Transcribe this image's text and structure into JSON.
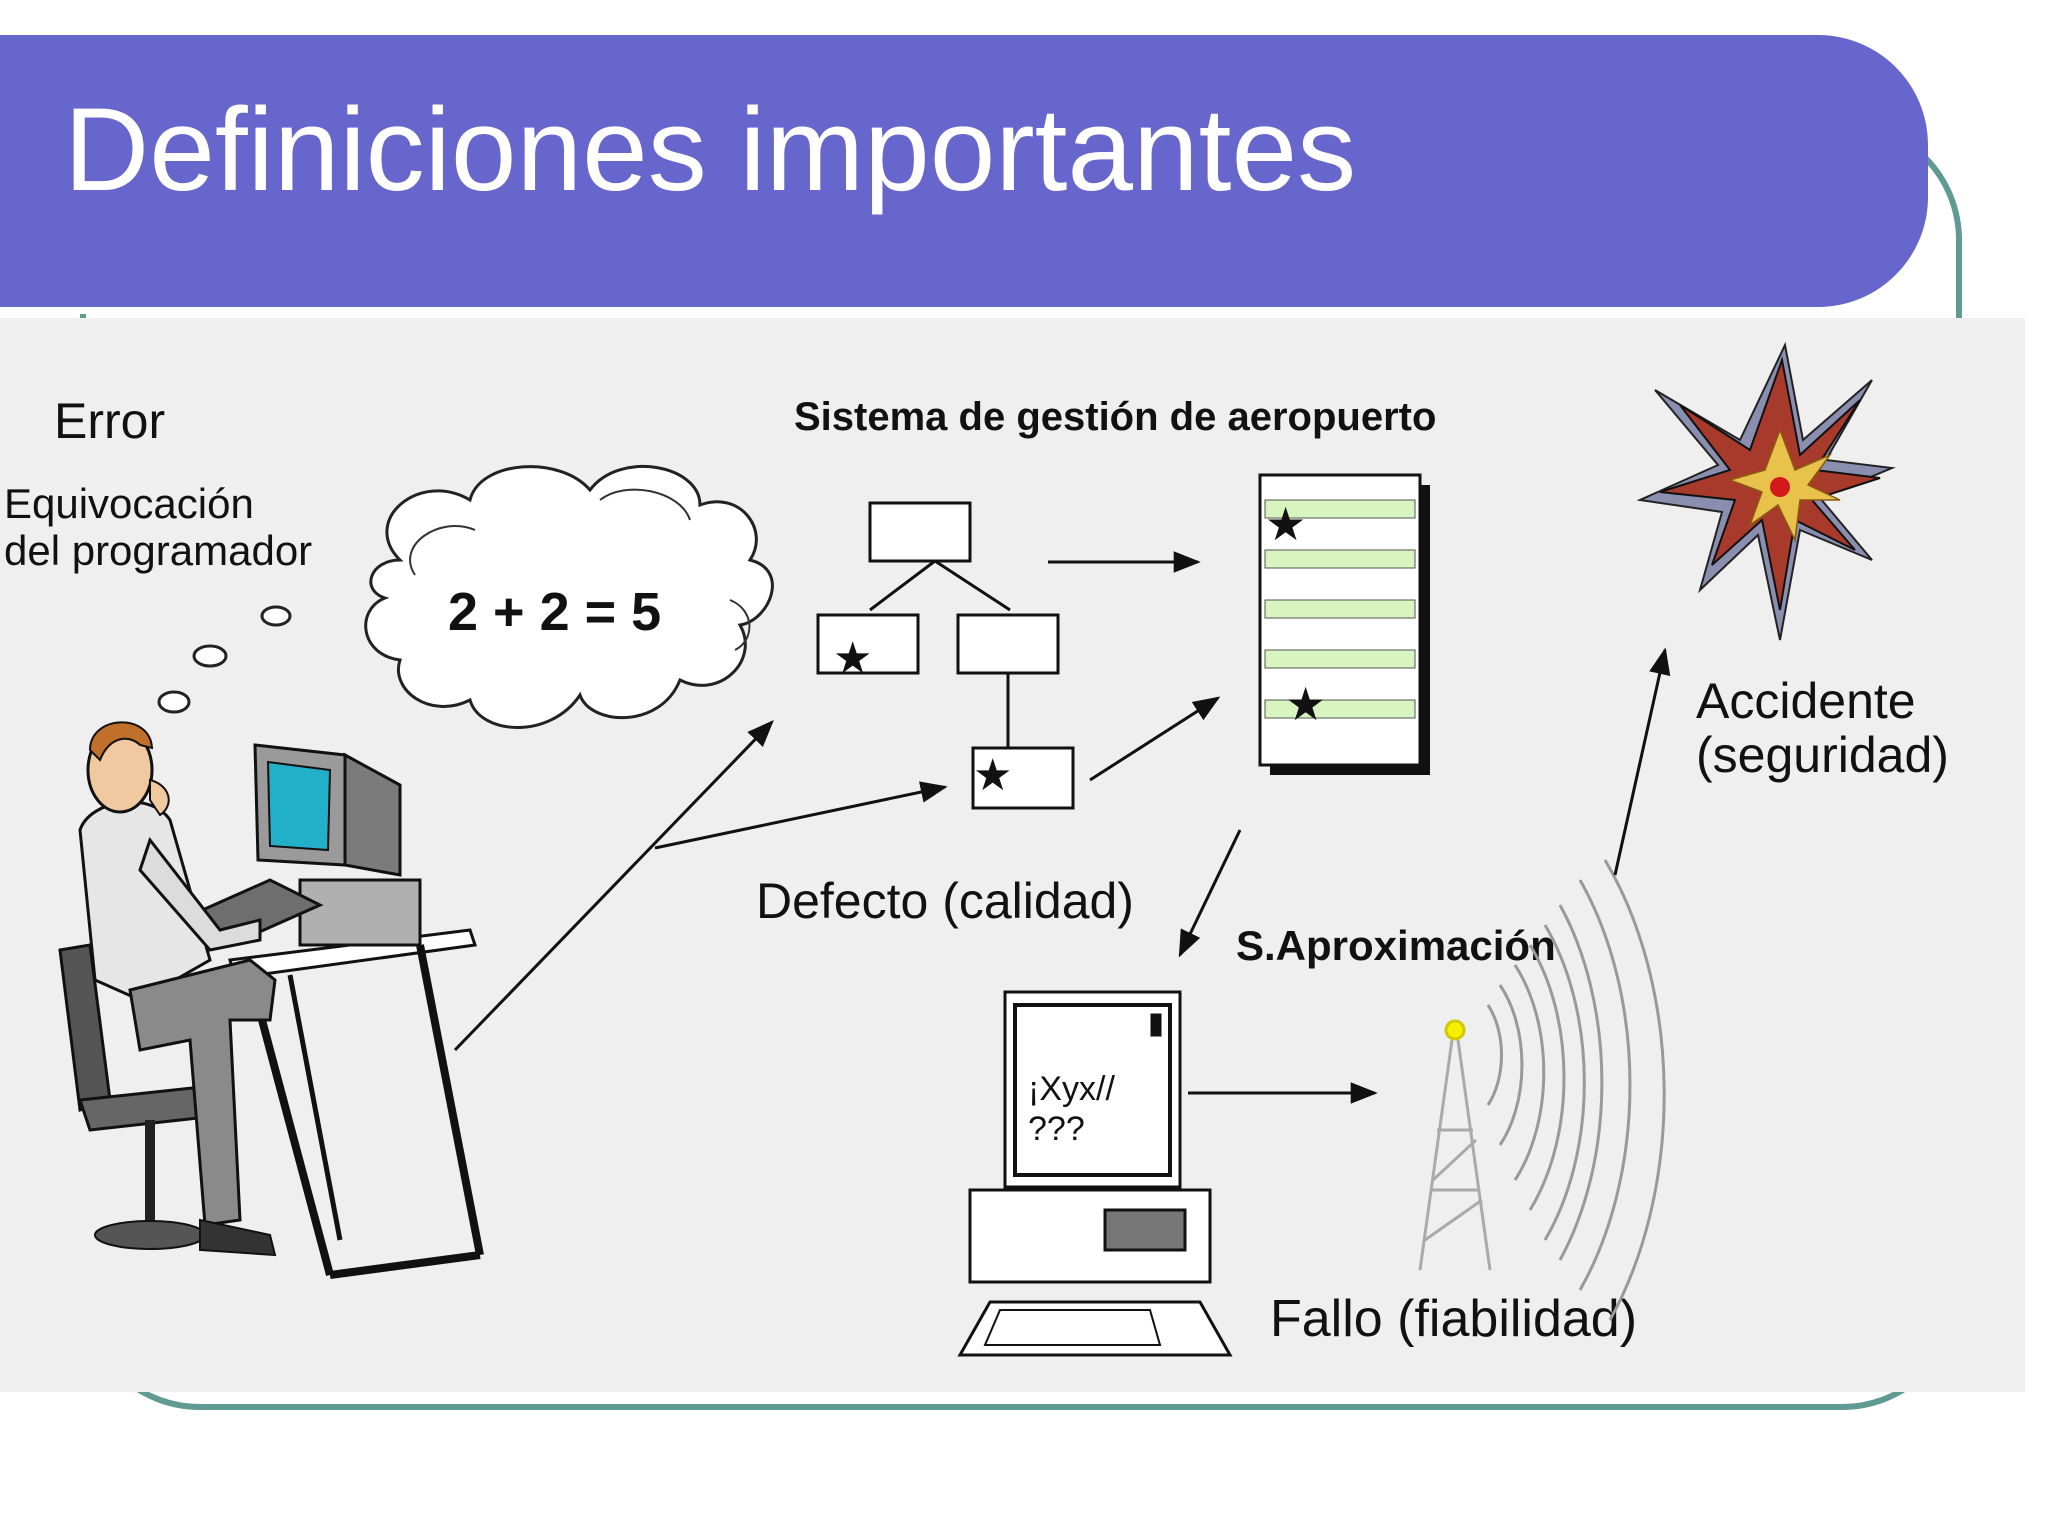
{
  "slide": {
    "title": "Definiciones importantes",
    "colors": {
      "title_bar": "#6666cc",
      "frame": "#5f9a93",
      "diagram_bg": "#efefef"
    }
  },
  "diagram": {
    "error_title": "Error",
    "error_desc_line1": "Equivocación",
    "error_desc_line2": "del programador",
    "thought_text": "2 + 2 = 5",
    "system_title": "Sistema de gestión de aeropuerto",
    "defect_label": "Defecto (calidad)",
    "approach_label": "S.Aproximación",
    "screen_line1": "¡Xyx//",
    "screen_line2": "???",
    "failure_label": "Fallo (fiabilidad)",
    "accident_line1": "Accidente",
    "accident_line2": "(seguridad)",
    "icons": [
      "programmer-at-desk",
      "thought-cloud",
      "module-tree",
      "program-listing",
      "computer-terminal",
      "radio-tower",
      "explosion-burst"
    ]
  }
}
